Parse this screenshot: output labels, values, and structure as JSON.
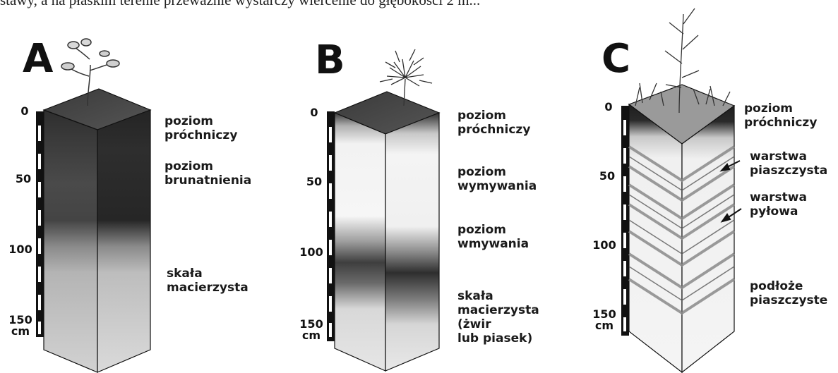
{
  "top_text": "stawy, a na płaskim terenie przeważnie wystarczy wiercenie do głębokości 2 m...",
  "profiles": [
    {
      "letter": "A",
      "ticks": [
        "0",
        "50",
        "100",
        "150",
        "cm"
      ],
      "labels": [
        "poziom\npróchniczy",
        "poziom\nbrunatnienia",
        "skała\nmacierzysta"
      ]
    },
    {
      "letter": "B",
      "ticks": [
        "0",
        "50",
        "100",
        "150",
        "cm"
      ],
      "labels": [
        "poziom\npróchniczy",
        "poziom\nwymywania",
        "poziom\nwmywania",
        "skała\nmacierzysta\n(żwir\nlub piasek)"
      ]
    },
    {
      "letter": "C",
      "ticks": [
        "0",
        "50",
        "100",
        "150",
        "cm"
      ],
      "labels": [
        "poziom\npróchniczy",
        "warstwa\npiaszczysta",
        "warstwa\npyłowa",
        "podłoże\npiaszczyste"
      ]
    }
  ],
  "colors": {
    "topsoil": "#3a3a3a",
    "brown_horizon": "#2f2f2f",
    "parent_rock": "#cfcfcf",
    "illuvial": "#4a4a4a"
  },
  "icons": [
    "plant-icon",
    "pine-seedling-icon",
    "grass-plant-icon",
    "depth-scale-bar"
  ]
}
